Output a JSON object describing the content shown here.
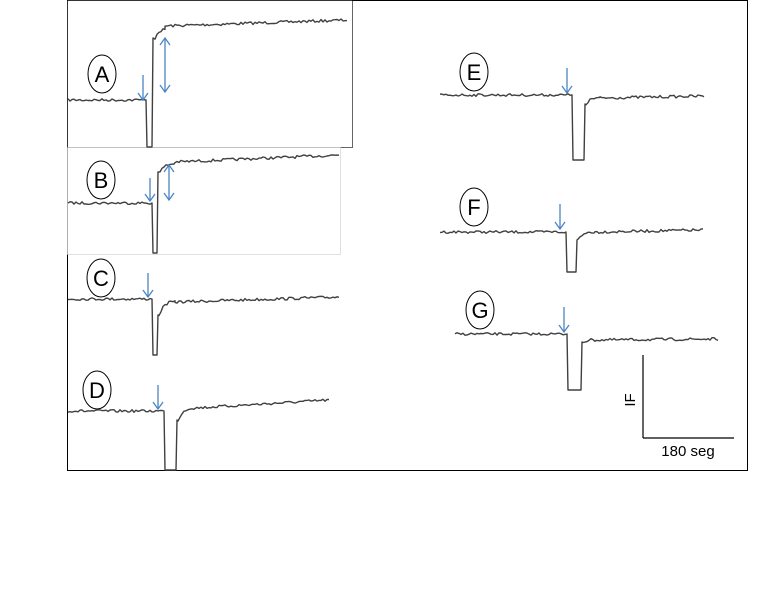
{
  "panels": [
    {
      "label": "A"
    },
    {
      "label": "B"
    },
    {
      "label": "C"
    },
    {
      "label": "D"
    },
    {
      "label": "E"
    },
    {
      "label": "F"
    },
    {
      "label": "G"
    }
  ],
  "scale_bar": {
    "y_label": "IF",
    "x_label": "180 seg"
  },
  "colors": {
    "trace": "#404040",
    "marker": "#4a86c4",
    "frame": "#000000"
  }
}
